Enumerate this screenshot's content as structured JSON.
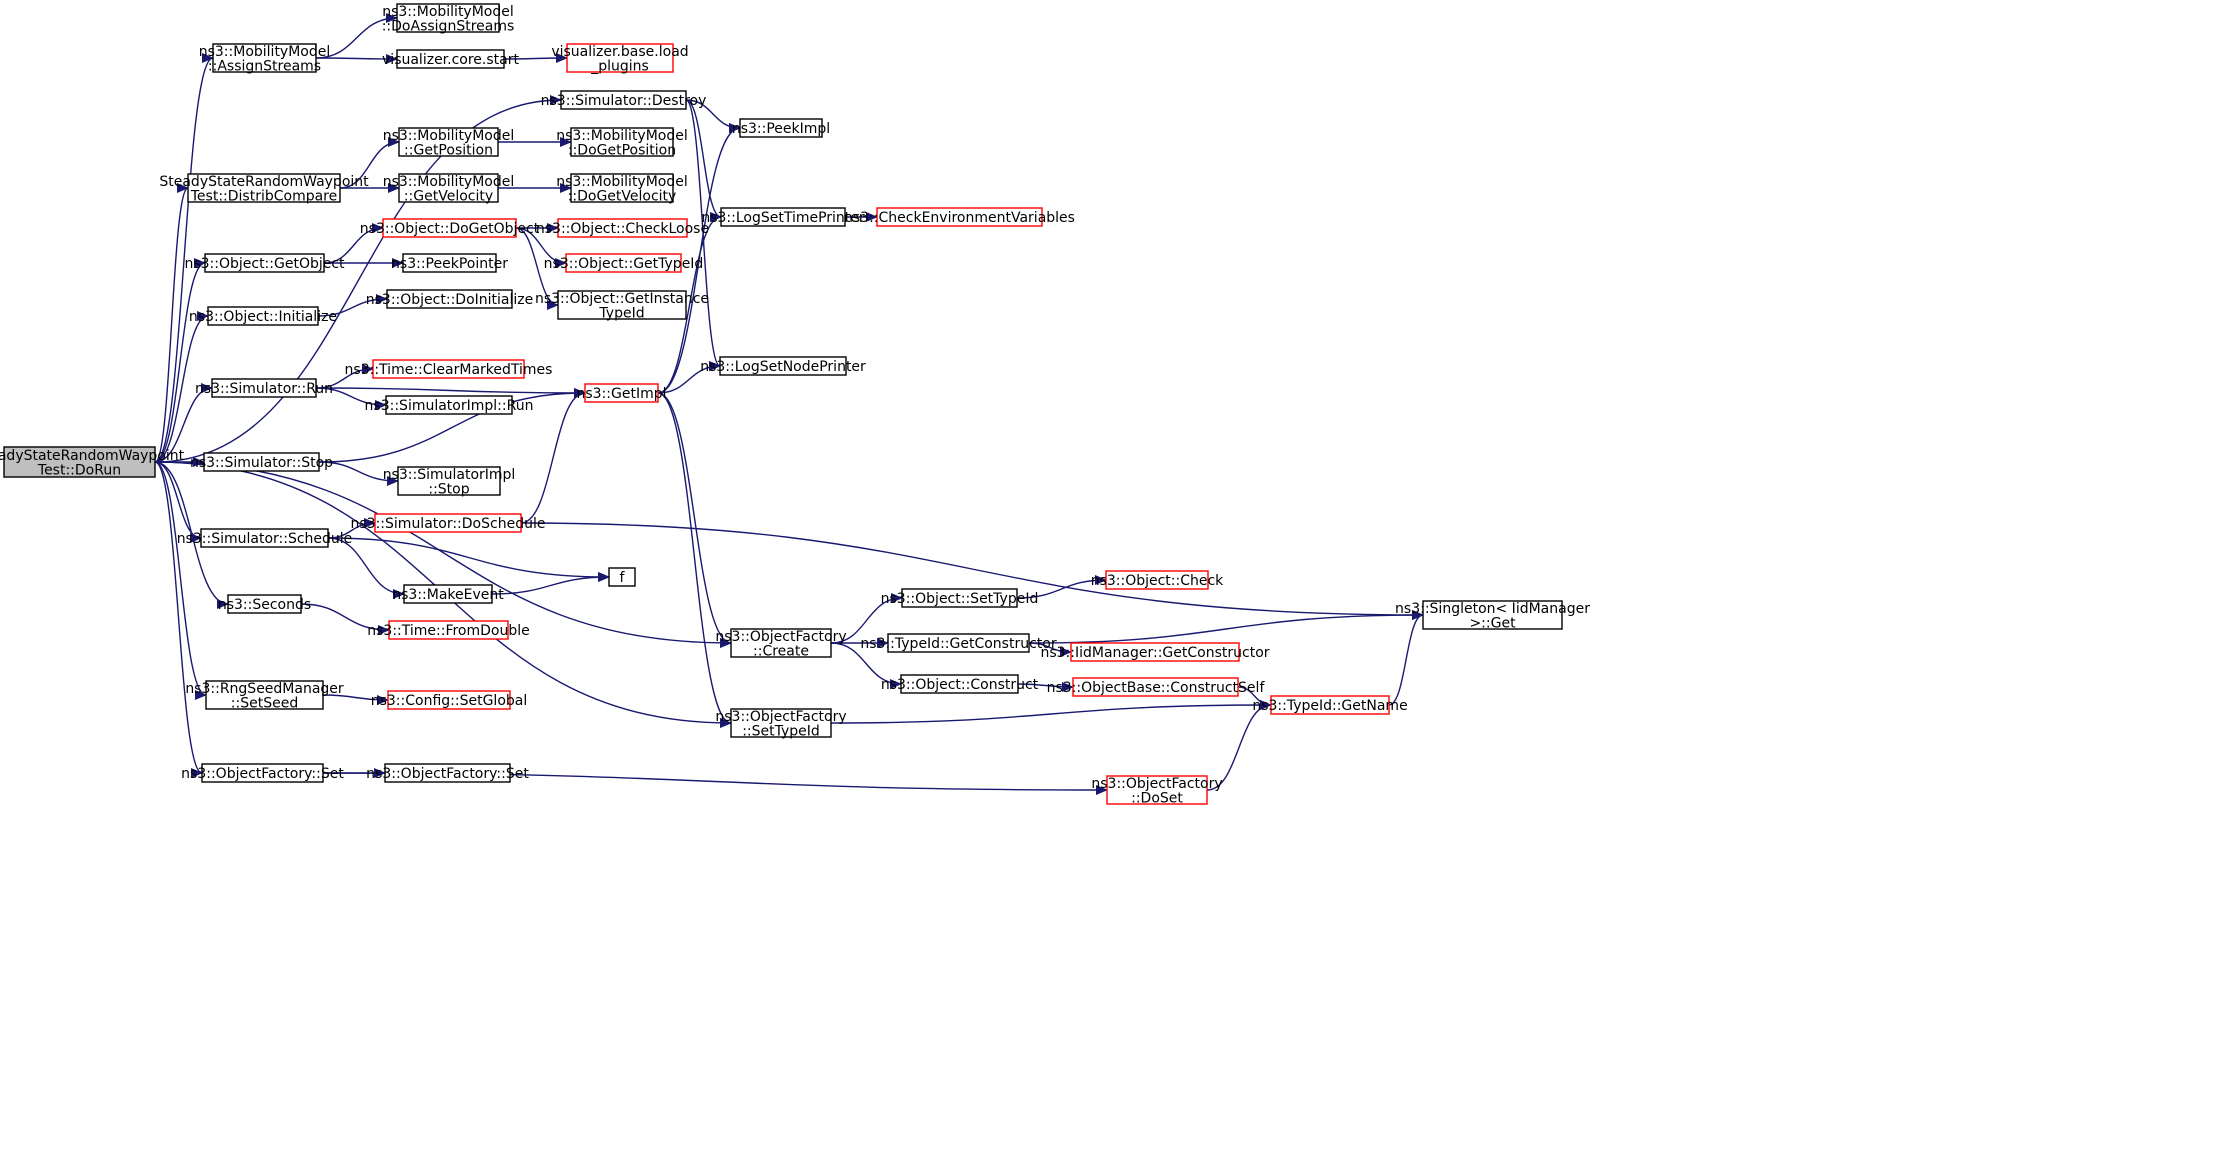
{
  "colors": {
    "edge": "#191970",
    "node_border": "#000000",
    "truncated_border": "#ff0000",
    "focus_fill": "#bfbfbf",
    "node_fill": "#ffffff"
  },
  "nodes": [
    {
      "id": "root",
      "lines": [
        "SteadyStateRandomWaypoint",
        "Test::DoRun"
      ],
      "focus": true
    },
    {
      "id": "mm_assign",
      "lines": [
        "ns3::MobilityModel",
        "::AssignStreams"
      ]
    },
    {
      "id": "mm_doassign",
      "lines": [
        "ns3::MobilityModel",
        "::DoAssignStreams"
      ]
    },
    {
      "id": "vis_start",
      "lines": [
        "visualizer.core.start"
      ]
    },
    {
      "id": "vis_load",
      "lines": [
        "visualizer.base.load",
        "_plugins"
      ],
      "truncated": true
    },
    {
      "id": "sim_destroy",
      "lines": [
        "ns3::Simulator::Destroy"
      ]
    },
    {
      "id": "peekimpl",
      "lines": [
        "ns3::PeekImpl"
      ]
    },
    {
      "id": "mm_getpos",
      "lines": [
        "ns3::MobilityModel",
        "::GetPosition"
      ]
    },
    {
      "id": "mm_dogetpos",
      "lines": [
        "ns3::MobilityModel",
        "::DoGetPosition"
      ]
    },
    {
      "id": "distrib",
      "lines": [
        "SteadyStateRandomWaypoint",
        "Test::DistribCompare"
      ]
    },
    {
      "id": "mm_getvel",
      "lines": [
        "ns3::MobilityModel",
        "::GetVelocity"
      ]
    },
    {
      "id": "mm_dogetvel",
      "lines": [
        "ns3::MobilityModel",
        "::DoGetVelocity"
      ]
    },
    {
      "id": "logtime",
      "lines": [
        "ns3::LogSetTimePrinter"
      ]
    },
    {
      "id": "checkenv",
      "lines": [
        "ns3::CheckEnvironmentVariables"
      ],
      "truncated": true
    },
    {
      "id": "obj_dogetobject",
      "lines": [
        "ns3::Object::DoGetObject"
      ],
      "truncated": true
    },
    {
      "id": "obj_checkloose",
      "lines": [
        "ns3::Object::CheckLoose"
      ],
      "truncated": true
    },
    {
      "id": "obj_getobject",
      "lines": [
        "ns3::Object::GetObject"
      ]
    },
    {
      "id": "peekpointer",
      "lines": [
        "ns3::PeekPointer"
      ]
    },
    {
      "id": "obj_gettypeid",
      "lines": [
        "ns3::Object::GetTypeId"
      ],
      "truncated": true
    },
    {
      "id": "obj_getinstance",
      "lines": [
        "ns3::Object::GetInstance",
        "TypeId"
      ]
    },
    {
      "id": "obj_doinit",
      "lines": [
        "ns3::Object::DoInitialize"
      ]
    },
    {
      "id": "obj_init",
      "lines": [
        "ns3::Object::Initialize"
      ]
    },
    {
      "id": "lognode",
      "lines": [
        "ns3::LogSetNodePrinter"
      ]
    },
    {
      "id": "sim_run",
      "lines": [
        "ns3::Simulator::Run"
      ]
    },
    {
      "id": "time_clear",
      "lines": [
        "ns3::Time::ClearMarkedTimes"
      ],
      "truncated": true
    },
    {
      "id": "getimpl",
      "lines": [
        "ns3::GetImpl"
      ],
      "truncated": true
    },
    {
      "id": "simimpl_run",
      "lines": [
        "ns3::SimulatorImpl::Run"
      ]
    },
    {
      "id": "sim_stop",
      "lines": [
        "ns3::Simulator::Stop"
      ]
    },
    {
      "id": "simimpl_stop",
      "lines": [
        "ns3::SimulatorImpl",
        "::Stop"
      ]
    },
    {
      "id": "sim_doschedule",
      "lines": [
        "ns3::Simulator::DoSchedule"
      ],
      "truncated": true
    },
    {
      "id": "sim_schedule",
      "lines": [
        "ns3::Simulator::Schedule"
      ]
    },
    {
      "id": "f",
      "lines": [
        "f"
      ]
    },
    {
      "id": "obj_check",
      "lines": [
        "ns3::Object::Check"
      ],
      "truncated": true
    },
    {
      "id": "obj_settypeid",
      "lines": [
        "ns3::Object::SetTypeId"
      ]
    },
    {
      "id": "makeevent",
      "lines": [
        "ns3::MakeEvent"
      ]
    },
    {
      "id": "seconds",
      "lines": [
        "ns3::Seconds"
      ]
    },
    {
      "id": "time_fromdouble",
      "lines": [
        "ns3::Time::FromDouble"
      ],
      "truncated": true
    },
    {
      "id": "singleton_get",
      "lines": [
        "ns3::Singleton< IidManager",
        ">::Get"
      ]
    },
    {
      "id": "typeid_getctor",
      "lines": [
        "ns3::TypeId::GetConstructor"
      ]
    },
    {
      "id": "iid_getctor",
      "lines": [
        "ns3::IidManager::GetConstructor"
      ],
      "truncated": true
    },
    {
      "id": "of_create",
      "lines": [
        "ns3::ObjectFactory",
        "::Create"
      ]
    },
    {
      "id": "obj_construct",
      "lines": [
        "ns3::Object::Construct"
      ]
    },
    {
      "id": "objbase_construct",
      "lines": [
        "ns3::ObjectBase::ConstructSelf"
      ],
      "truncated": true
    },
    {
      "id": "rng_setseed",
      "lines": [
        "ns3::RngSeedManager",
        "::SetSeed"
      ]
    },
    {
      "id": "config_setglobal",
      "lines": [
        "ns3::Config::SetGlobal"
      ],
      "truncated": true
    },
    {
      "id": "typeid_getname",
      "lines": [
        "ns3::TypeId::GetName"
      ],
      "truncated": true
    },
    {
      "id": "of_settypeid",
      "lines": [
        "ns3::ObjectFactory",
        "::SetTypeId"
      ]
    },
    {
      "id": "of_set",
      "lines": [
        "ns3::ObjectFactory::Set"
      ]
    },
    {
      "id": "of_set2",
      "lines": [
        "ns3::ObjectFactory::Set"
      ]
    },
    {
      "id": "of_doset",
      "lines": [
        "ns3::ObjectFactory",
        "::DoSet"
      ],
      "truncated": true
    }
  ],
  "edges": [
    [
      "root",
      "mm_assign"
    ],
    [
      "mm_assign",
      "mm_doassign"
    ],
    [
      "mm_assign",
      "vis_start"
    ],
    [
      "vis_start",
      "vis_load"
    ],
    [
      "root",
      "sim_destroy"
    ],
    [
      "sim_destroy",
      "peekimpl"
    ],
    [
      "sim_destroy",
      "logtime"
    ],
    [
      "sim_destroy",
      "lognode"
    ],
    [
      "root",
      "distrib"
    ],
    [
      "distrib",
      "mm_getpos"
    ],
    [
      "distrib",
      "mm_getvel"
    ],
    [
      "mm_getpos",
      "mm_dogetpos"
    ],
    [
      "mm_getvel",
      "mm_dogetvel"
    ],
    [
      "logtime",
      "checkenv"
    ],
    [
      "root",
      "obj_getobject"
    ],
    [
      "obj_getobject",
      "obj_dogetobject"
    ],
    [
      "obj_getobject",
      "peekpointer"
    ],
    [
      "obj_dogetobject",
      "obj_checkloose"
    ],
    [
      "obj_dogetobject",
      "obj_gettypeid"
    ],
    [
      "obj_dogetobject",
      "obj_getinstance"
    ],
    [
      "root",
      "obj_init"
    ],
    [
      "obj_init",
      "obj_doinit"
    ],
    [
      "root",
      "sim_run"
    ],
    [
      "sim_run",
      "getimpl"
    ],
    [
      "sim_run",
      "time_clear"
    ],
    [
      "sim_run",
      "simimpl_run"
    ],
    [
      "getimpl",
      "peekimpl"
    ],
    [
      "getimpl",
      "logtime"
    ],
    [
      "getimpl",
      "lognode"
    ],
    [
      "getimpl",
      "of_create"
    ],
    [
      "getimpl",
      "of_settypeid"
    ],
    [
      "root",
      "sim_stop"
    ],
    [
      "sim_stop",
      "getimpl"
    ],
    [
      "sim_stop",
      "simimpl_stop"
    ],
    [
      "root",
      "sim_schedule"
    ],
    [
      "sim_schedule",
      "sim_doschedule"
    ],
    [
      "sim_schedule",
      "f"
    ],
    [
      "sim_schedule",
      "makeevent"
    ],
    [
      "sim_doschedule",
      "getimpl"
    ],
    [
      "sim_doschedule",
      "singleton_get"
    ],
    [
      "makeevent",
      "f"
    ],
    [
      "root",
      "seconds"
    ],
    [
      "seconds",
      "time_fromdouble"
    ],
    [
      "root",
      "of_create"
    ],
    [
      "of_create",
      "obj_settypeid"
    ],
    [
      "of_create",
      "typeid_getctor"
    ],
    [
      "of_create",
      "obj_construct"
    ],
    [
      "obj_settypeid",
      "obj_check"
    ],
    [
      "typeid_getctor",
      "singleton_get"
    ],
    [
      "typeid_getctor",
      "iid_getctor"
    ],
    [
      "obj_construct",
      "objbase_construct"
    ],
    [
      "objbase_construct",
      "typeid_getname"
    ],
    [
      "typeid_getname",
      "singleton_get"
    ],
    [
      "root",
      "rng_setseed"
    ],
    [
      "rng_setseed",
      "config_setglobal"
    ],
    [
      "root",
      "of_settypeid"
    ],
    [
      "of_settypeid",
      "typeid_getname"
    ],
    [
      "root",
      "of_set"
    ],
    [
      "of_set",
      "of_set2"
    ],
    [
      "of_set",
      "of_doset"
    ],
    [
      "of_doset",
      "typeid_getname"
    ]
  ]
}
